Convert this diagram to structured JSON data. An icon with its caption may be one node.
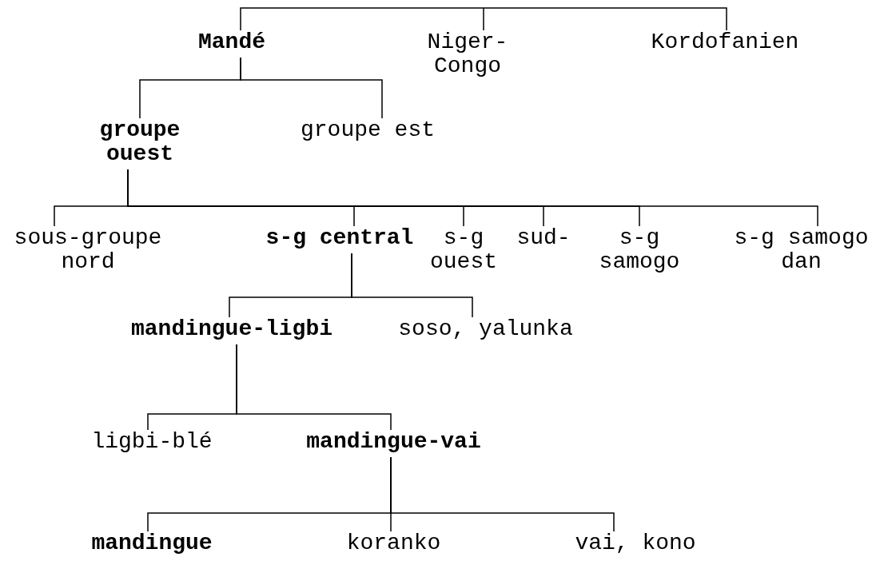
{
  "diagram": {
    "nodes": [
      {
        "text": [
          "Mandé"
        ]
      },
      {
        "text": [
          "Niger-Congo"
        ]
      },
      {
        "text": [
          "Kordofanien"
        ]
      },
      {
        "text": [
          "groupe ouest"
        ]
      },
      {
        "text": [
          "groupe est"
        ]
      },
      {
        "text": [
          "sous-groupe nord"
        ]
      },
      {
        "text": [
          "s-g central"
        ]
      },
      {
        "text": [
          "s-g ouest"
        ]
      },
      {
        "text": [
          "sud-"
        ]
      },
      {
        "text": [
          "s-g samogo"
        ]
      },
      {
        "text": [
          "s-g samogo dan"
        ]
      },
      {
        "text": [
          "mandingue-ligbi"
        ]
      },
      {
        "text": [
          "soso, yalunka"
        ]
      },
      {
        "text": [
          "ligbi-blé"
        ]
      },
      {
        "text": [
          "mandingue-vai"
        ]
      },
      {
        "text": [
          "mandingue"
        ]
      },
      {
        "text": [
          "koranko"
        ]
      },
      {
        "text": [
          "vai, kono"
        ]
      }
    ],
    "edges": [
      {
        "from": null,
        "to": 0,
        "arrow": "none"
      },
      {
        "from": null,
        "to": 1,
        "arrow": "none"
      },
      {
        "from": null,
        "to": 2,
        "arrow": "none"
      },
      {
        "from": 0,
        "to": 3,
        "arrow": "none"
      },
      {
        "from": 0,
        "to": 4,
        "arrow": "none"
      },
      {
        "from": 3,
        "to": 5,
        "arrow": "none"
      },
      {
        "from": 3,
        "to": 6,
        "arrow": "none"
      },
      {
        "from": 3,
        "to": 7,
        "arrow": "none"
      },
      {
        "from": 3,
        "to": 8,
        "arrow": "none"
      },
      {
        "from": 3,
        "to": 9,
        "arrow": "none"
      },
      {
        "from": 3,
        "to": 10,
        "arrow": "none"
      },
      {
        "from": 6,
        "to": 11,
        "arrow": "none"
      },
      {
        "from": 6,
        "to": 12,
        "arrow": "none"
      },
      {
        "from": 11,
        "to": 13,
        "arrow": "none"
      },
      {
        "from": 11,
        "to": 14,
        "arrow": "none"
      },
      {
        "from": 14,
        "to": 15,
        "arrow": "none"
      },
      {
        "from": 14,
        "to": 16,
        "arrow": "none"
      },
      {
        "from": 14,
        "to": 17,
        "arrow": "none"
      }
    ]
  }
}
